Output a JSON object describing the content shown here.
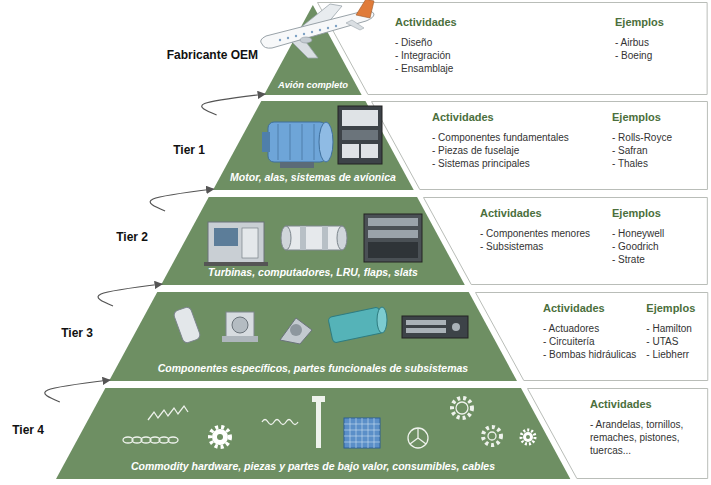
{
  "diagram": {
    "nodes": [
      {
        "text": [
          "Fabricante OEM",
          "Avión completo"
        ]
      },
      {
        "text": [
          "Actividades",
          "- Diseño",
          "- Integración",
          "- Ensamblaje",
          "Ejemplos",
          "- Airbus",
          "- Boeing"
        ]
      },
      {
        "text": [
          "Tier 1",
          "Motor, alas, sistemas de avíonica"
        ]
      },
      {
        "text": [
          "Actividades",
          "- Componentes fundamentales",
          "- Piezas de fuselaje",
          "- Sistemas principales",
          "Ejemplos",
          "- Rolls-Royce",
          "- Safran",
          "- Thales"
        ]
      },
      {
        "text": [
          "Tier 2",
          "Turbinas, computadores, LRU, flaps, slats"
        ]
      },
      {
        "text": [
          "Actividades",
          "- Componentes menores",
          "- Subsistemas",
          "Ejemplos",
          "- Honeywell",
          "- Goodrich",
          "- Strate"
        ]
      },
      {
        "text": [
          "Tier 3",
          "Componentes específicos, partes funcionales de subsistemas"
        ]
      },
      {
        "text": [
          "Actividades",
          "- Actuadores",
          "- Circuitería",
          "- Bombas hidráulicas",
          "Ejemplos",
          "- Hamilton",
          "- UTAS",
          "- Liebherr"
        ]
      },
      {
        "text": [
          "Tier 4",
          "Commodity hardware, piezas y partes de bajo valor, consumibles, cables"
        ]
      },
      {
        "text": [
          "Actividades",
          "- Arandelas, tornillos, remaches, pistones, tuercas..."
        ]
      }
    ],
    "edges": [
      {
        "from": 2,
        "to": 0,
        "arrow": "to"
      },
      {
        "from": 4,
        "to": 2,
        "arrow": "to"
      },
      {
        "from": 6,
        "to": 4,
        "arrow": "to"
      },
      {
        "from": 8,
        "to": 6,
        "arrow": "to"
      }
    ]
  }
}
